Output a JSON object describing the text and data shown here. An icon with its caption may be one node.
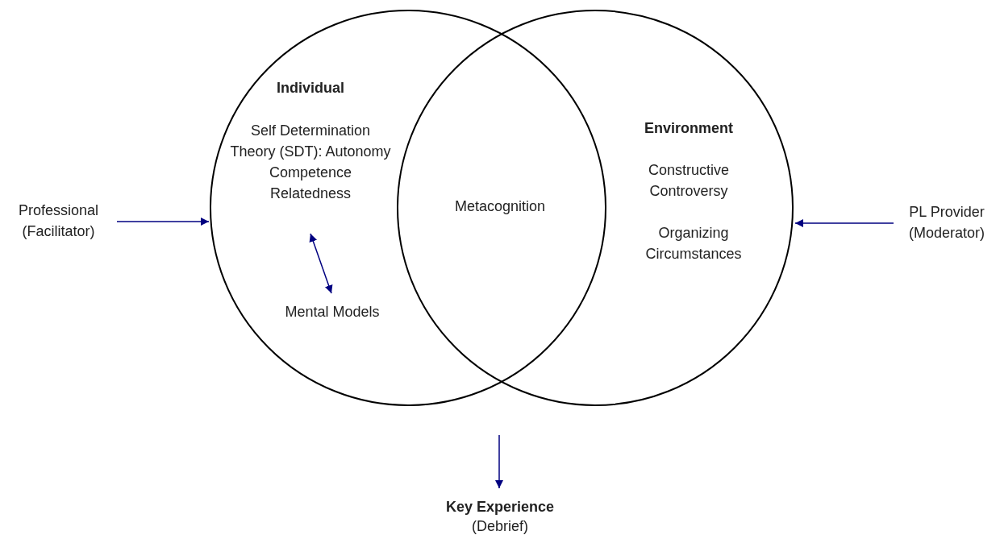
{
  "diagram": {
    "nodes": [
      {
        "text": [
          "Individual"
        ]
      },
      {
        "text": [
          "Self Determination Theory (SDT): Autonomy Competence Relatedness"
        ],
        "in": 0
      },
      {
        "text": [
          "Mental Models"
        ],
        "in": 0
      },
      {
        "text": [
          "Environment",
          "Constructive Controversy",
          "Organizing Circumstances"
        ]
      },
      {
        "text": [
          "Metacognition"
        ]
      },
      {
        "text": [
          "Professional (Facilitator)"
        ]
      },
      {
        "text": [
          "PL Provider (Moderator)"
        ]
      },
      {
        "text": [
          "Key Experience",
          "(Debrief)"
        ]
      }
    ],
    "edges": [
      {
        "from": 5,
        "to": 0,
        "arrow": "to"
      },
      {
        "from": 6,
        "to": 3,
        "arrow": "to"
      },
      {
        "from": 1,
        "to": 2,
        "arrow": "both"
      },
      {
        "from": null,
        "to": 7,
        "arrow": "to"
      }
    ]
  }
}
